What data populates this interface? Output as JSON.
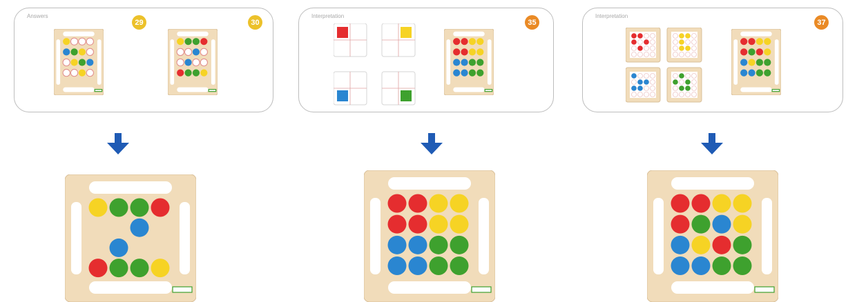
{
  "colors": {
    "red": "#e52d2f",
    "yellow": "#f6d324",
    "green": "#3ea12e",
    "blue": "#2a86d1",
    "empty": "#ffffff",
    "num_yellow": "#ecc12a",
    "num_orange": "#ea8a25",
    "arrow": "#1f5bb5",
    "board": "#f1dcba"
  },
  "panels": [
    {
      "label": "Answers",
      "numbers": [
        {
          "text": "29",
          "color": "num_yellow"
        },
        {
          "text": "30",
          "color": "num_yellow"
        }
      ]
    },
    {
      "label": "Interpretation",
      "numbers": [
        {
          "text": "35",
          "color": "num_orange"
        }
      ]
    },
    {
      "label": "Interpretation",
      "numbers": [
        {
          "text": "37",
          "color": "num_orange"
        }
      ]
    }
  ],
  "boards": {
    "p1a": [
      "Y",
      "W",
      "W",
      "W",
      "B",
      "G",
      "Y",
      "W",
      "W",
      "Y",
      "G",
      "B",
      "W",
      "W",
      "Y",
      "W"
    ],
    "p1b": [
      "Y",
      "G",
      "G",
      "R",
      "W",
      "W",
      "B",
      "W",
      "W",
      "B",
      "W",
      "W",
      "R",
      "G",
      "G",
      "Y"
    ],
    "p2": [
      "R",
      "R",
      "Y",
      "Y",
      "R",
      "R",
      "Y",
      "Y",
      "B",
      "B",
      "G",
      "G",
      "B",
      "B",
      "G",
      "G"
    ],
    "p3": [
      "R",
      "R",
      "Y",
      "Y",
      "R",
      "G",
      "R",
      "Y",
      "B",
      "Y",
      "G",
      "G",
      "B",
      "B",
      "G",
      "G"
    ],
    "big1": [
      "Y",
      "G",
      "G",
      "R",
      "E",
      "E",
      "B",
      "E",
      "E",
      "B",
      "E",
      "E",
      "R",
      "G",
      "G",
      "Y"
    ],
    "big2": [
      "R",
      "R",
      "Y",
      "Y",
      "R",
      "R",
      "Y",
      "Y",
      "B",
      "B",
      "G",
      "G",
      "B",
      "B",
      "G",
      "G"
    ],
    "big3": [
      "R",
      "R",
      "Y",
      "Y",
      "R",
      "G",
      "B",
      "Y",
      "B",
      "Y",
      "R",
      "G",
      "B",
      "B",
      "G",
      "G"
    ]
  },
  "quadrants": [
    {
      "color": "red"
    },
    {
      "color": "yellow"
    },
    {
      "color": "blue"
    },
    {
      "color": "green"
    }
  ],
  "mini_quadrants": [
    {
      "color": "red",
      "dots": [
        [
          0,
          0
        ],
        [
          1,
          0
        ],
        [
          0,
          1
        ],
        [
          2,
          1
        ],
        [
          1,
          2
        ]
      ]
    },
    {
      "color": "yellow",
      "dots": [
        [
          1,
          0
        ],
        [
          2,
          0
        ],
        [
          1,
          1
        ],
        [
          2,
          2
        ],
        [
          1,
          2
        ]
      ]
    },
    {
      "color": "blue",
      "dots": [
        [
          0,
          0
        ],
        [
          1,
          1
        ],
        [
          2,
          1
        ],
        [
          0,
          2
        ],
        [
          1,
          2
        ]
      ]
    },
    {
      "color": "green",
      "dots": [
        [
          1,
          0
        ],
        [
          0,
          1
        ],
        [
          2,
          1
        ],
        [
          1,
          2
        ],
        [
          2,
          2
        ]
      ]
    }
  ]
}
